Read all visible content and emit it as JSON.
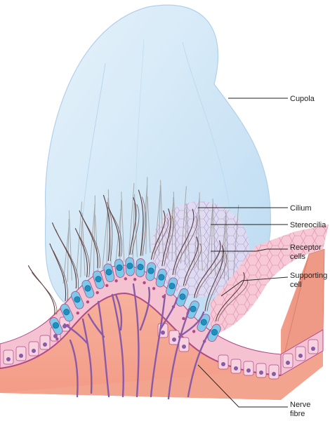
{
  "labels": {
    "cupola": "Cupola",
    "cilium": "Cilium",
    "stereocilia": "Stereocilia",
    "receptor_line1": "Receptor",
    "receptor_line2": "cells",
    "supporting_line1": "Supporting",
    "supporting_line2": "cell",
    "nerve_line1": "Nerve",
    "nerve_line2": "fibre"
  },
  "colors": {
    "cupola_fill": "#cfe6f7",
    "cupola_edge": "#a9cbe8",
    "tissue_face": "#f4a892",
    "tissue_top": "#f7c7d4",
    "cell_membrane": "#b04a86",
    "receptor_cell": "#7ec9ea",
    "nucleus": "#1f8fc0",
    "nerve": "#8a5aa8",
    "hair": "#5a3a3a",
    "leader_line": "#222222"
  }
}
